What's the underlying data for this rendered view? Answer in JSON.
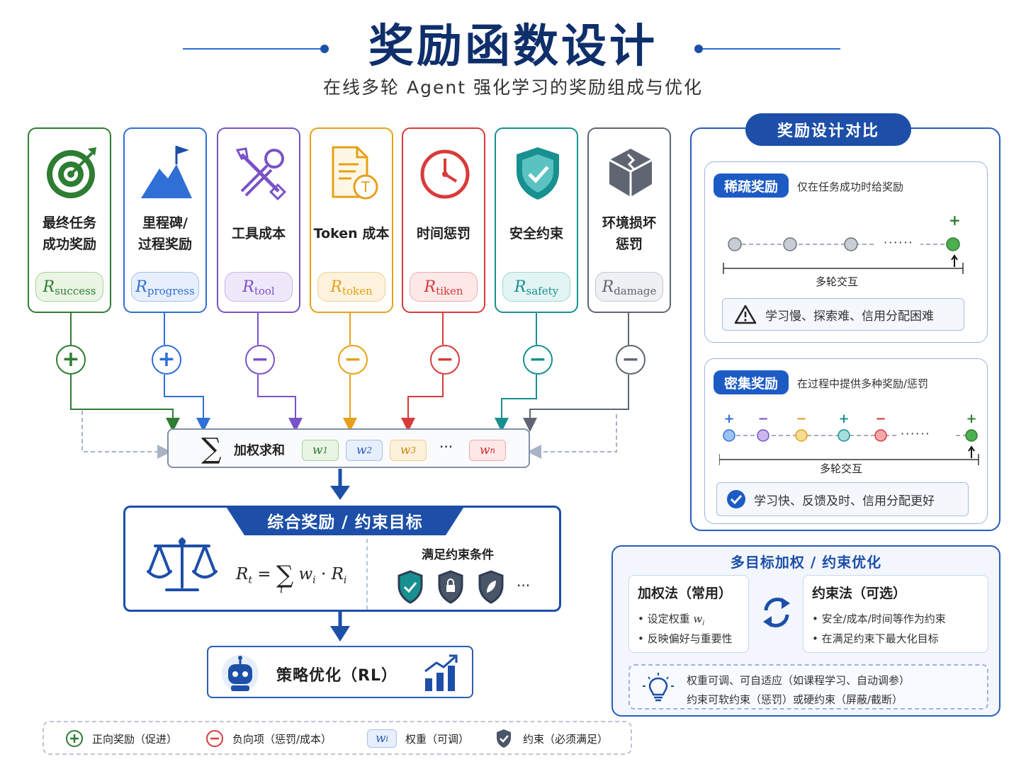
{
  "title": "奖励函数设计",
  "subtitle": "在线多轮 Agent 强化学习的奖励组成与优化",
  "components": [
    {
      "label": "最终任务\n成功奖励",
      "sym": "R",
      "sub": "success",
      "icon": "target-icon",
      "color": "#2e7d32",
      "sign": "+"
    },
    {
      "label": "里程碑/\n过程奖励",
      "sym": "R",
      "sub": "progress",
      "icon": "mountain-flag-icon",
      "color": "#2f6fd6",
      "sign": "+"
    },
    {
      "label": "工具成本",
      "sym": "R",
      "sub": "tool",
      "icon": "tools-icon",
      "color": "#7a52c7",
      "sign": "−"
    },
    {
      "label": "Token 成本",
      "sym": "R",
      "sub": "token",
      "icon": "document-token-icon",
      "color": "#e6a118",
      "sign": "−"
    },
    {
      "label": "时间惩罚",
      "sym": "R",
      "sub": "tiken",
      "icon": "clock-icon",
      "color": "#d93a3a",
      "sign": "−"
    },
    {
      "label": "安全约束",
      "sym": "R",
      "sub": "safety",
      "icon": "shield-check-icon",
      "color": "#17908f",
      "sign": "−"
    },
    {
      "label": "环境损坏\n惩罚",
      "sym": "R",
      "sub": "damage",
      "icon": "broken-cube-icon",
      "color": "#5f6672",
      "sign": "−"
    }
  ],
  "weighted_sum": {
    "label": "加权求和",
    "weights": [
      {
        "w": "w",
        "sub": "1"
      },
      {
        "w": "w",
        "sub": "2"
      },
      {
        "w": "w",
        "sub": "3"
      },
      {
        "w": "w",
        "sub": "n"
      }
    ],
    "ellipsis": "···"
  },
  "objective": {
    "title": "综合奖励 / 约束目标",
    "formula_lhs": "R",
    "formula_lhs_sub": "t",
    "formula_eq": "=",
    "formula_sum_index": "i",
    "formula_w": "w",
    "formula_w_sub": "i",
    "formula_dot": "·",
    "formula_r": "R",
    "formula_r_sub": "i",
    "constraint_label": "满足约束条件",
    "ellipsis": "···"
  },
  "policy": {
    "label": "策略优化（RL）"
  },
  "legend": [
    {
      "icon": "plus-circle-icon",
      "text": "正向奖励（促进）"
    },
    {
      "icon": "minus-circle-icon",
      "text": "负向项（惩罚/成本）"
    },
    {
      "icon": "weight-chip-icon",
      "chip": "w",
      "chip_sub": "i",
      "text": "权重（可调）"
    },
    {
      "icon": "shield-icon",
      "text": "约束（必须满足）"
    }
  ],
  "comparison": {
    "title": "奖励设计对比",
    "sparse": {
      "tag": "稀疏奖励",
      "desc": "仅在任务成功时给奖励",
      "plus": "+",
      "dots": "······",
      "axis_label": "多轮交互",
      "warning": "学习慢、探索难、信用分配困难"
    },
    "dense": {
      "tag": "密集奖励",
      "desc": "在过程中提供多种奖励/惩罚",
      "signs": [
        "+",
        "−",
        "−",
        "+",
        "−",
        "+"
      ],
      "dots": "······",
      "axis_label": "多轮交互",
      "benefit": "学习快、反馈及时、信用分配更好"
    }
  },
  "multi_objective": {
    "title": "多目标加权 / 约束优化",
    "weighted": {
      "title": "加权法（常用）",
      "bullet1": "设定权重",
      "bullet1_sym": "w",
      "bullet1_sub": "i",
      "bullet2": "反映偏好与重要性"
    },
    "constraint": {
      "title": "约束法（可选）",
      "bullet1": "安全/成本/时间等作为约束",
      "bullet2": "在满足约束下最大化目标"
    },
    "tip1": "权重可调、可自适应（如课程学习、自动调参）",
    "tip2": "约束可软约束（惩罚）或硬约束（屏蔽/截断）"
  },
  "colors": {
    "primary": "#1d4fa8",
    "green": "#2e7d32",
    "blue": "#2f6fd6",
    "purple": "#7a52c7",
    "yellow": "#e6a118",
    "red": "#d93a3a",
    "teal": "#17908f",
    "gray": "#5f6672"
  }
}
